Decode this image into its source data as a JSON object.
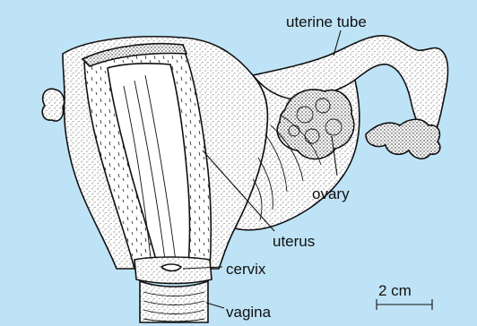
{
  "labels": {
    "uterine_tube": "uterine tube",
    "ovary": "ovary",
    "uterus": "uterus",
    "cervix": "cervix",
    "vagina": "vagina"
  },
  "scale_bar": {
    "label": "2 cm"
  },
  "colors": {
    "background": "#bfe3f6",
    "tissue": "#ffffff",
    "ink": "#111111"
  }
}
